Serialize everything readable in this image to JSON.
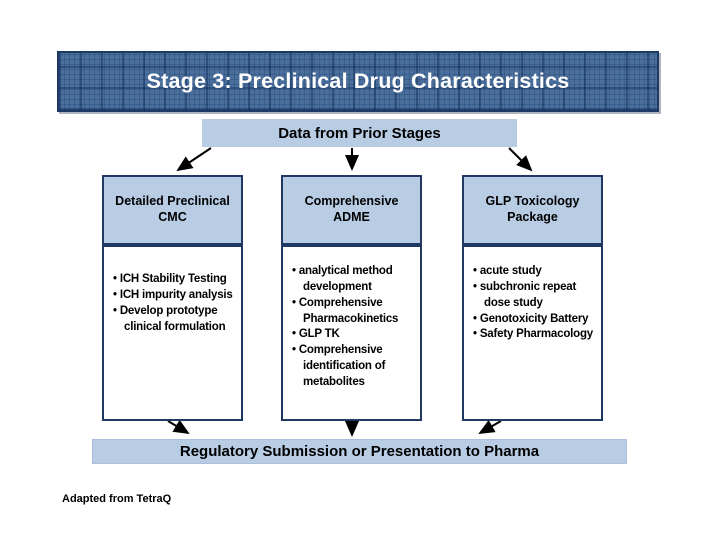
{
  "slide": {
    "title": "Stage 3: Preclinical Drug Characteristics",
    "flow": {
      "source_box": "Data from Prior Stages",
      "sink_bar": "Regulatory Submission or Presentation to Pharma"
    },
    "columns": [
      {
        "header": "Detailed Preclinical CMC",
        "items": [
          "ICH Stability Testing",
          "ICH impurity analysis",
          "Develop prototype clinical formulation"
        ]
      },
      {
        "header": "Comprehensive ADME",
        "items": [
          "analytical method development",
          "Comprehensive Pharmacokinetics",
          "GLP TK",
          "Comprehensive identification of metabolites"
        ]
      },
      {
        "header": "GLP Toxicology Package",
        "items": [
          "acute study",
          "subchronic repeat dose study",
          "Genotoxicity Battery",
          "Safety Pharmacology"
        ]
      }
    ],
    "footnote": "Adapted from TetraQ",
    "colors": {
      "banner_fill": "#4a6f9d",
      "banner_grid": "#2d507d",
      "banner_border": "#1c3a63",
      "light_blue_fill": "#b8cce4",
      "box_border": "#1f3864",
      "title_text": "#ffffff",
      "body_text": "#000000",
      "background": "#ffffff"
    }
  }
}
